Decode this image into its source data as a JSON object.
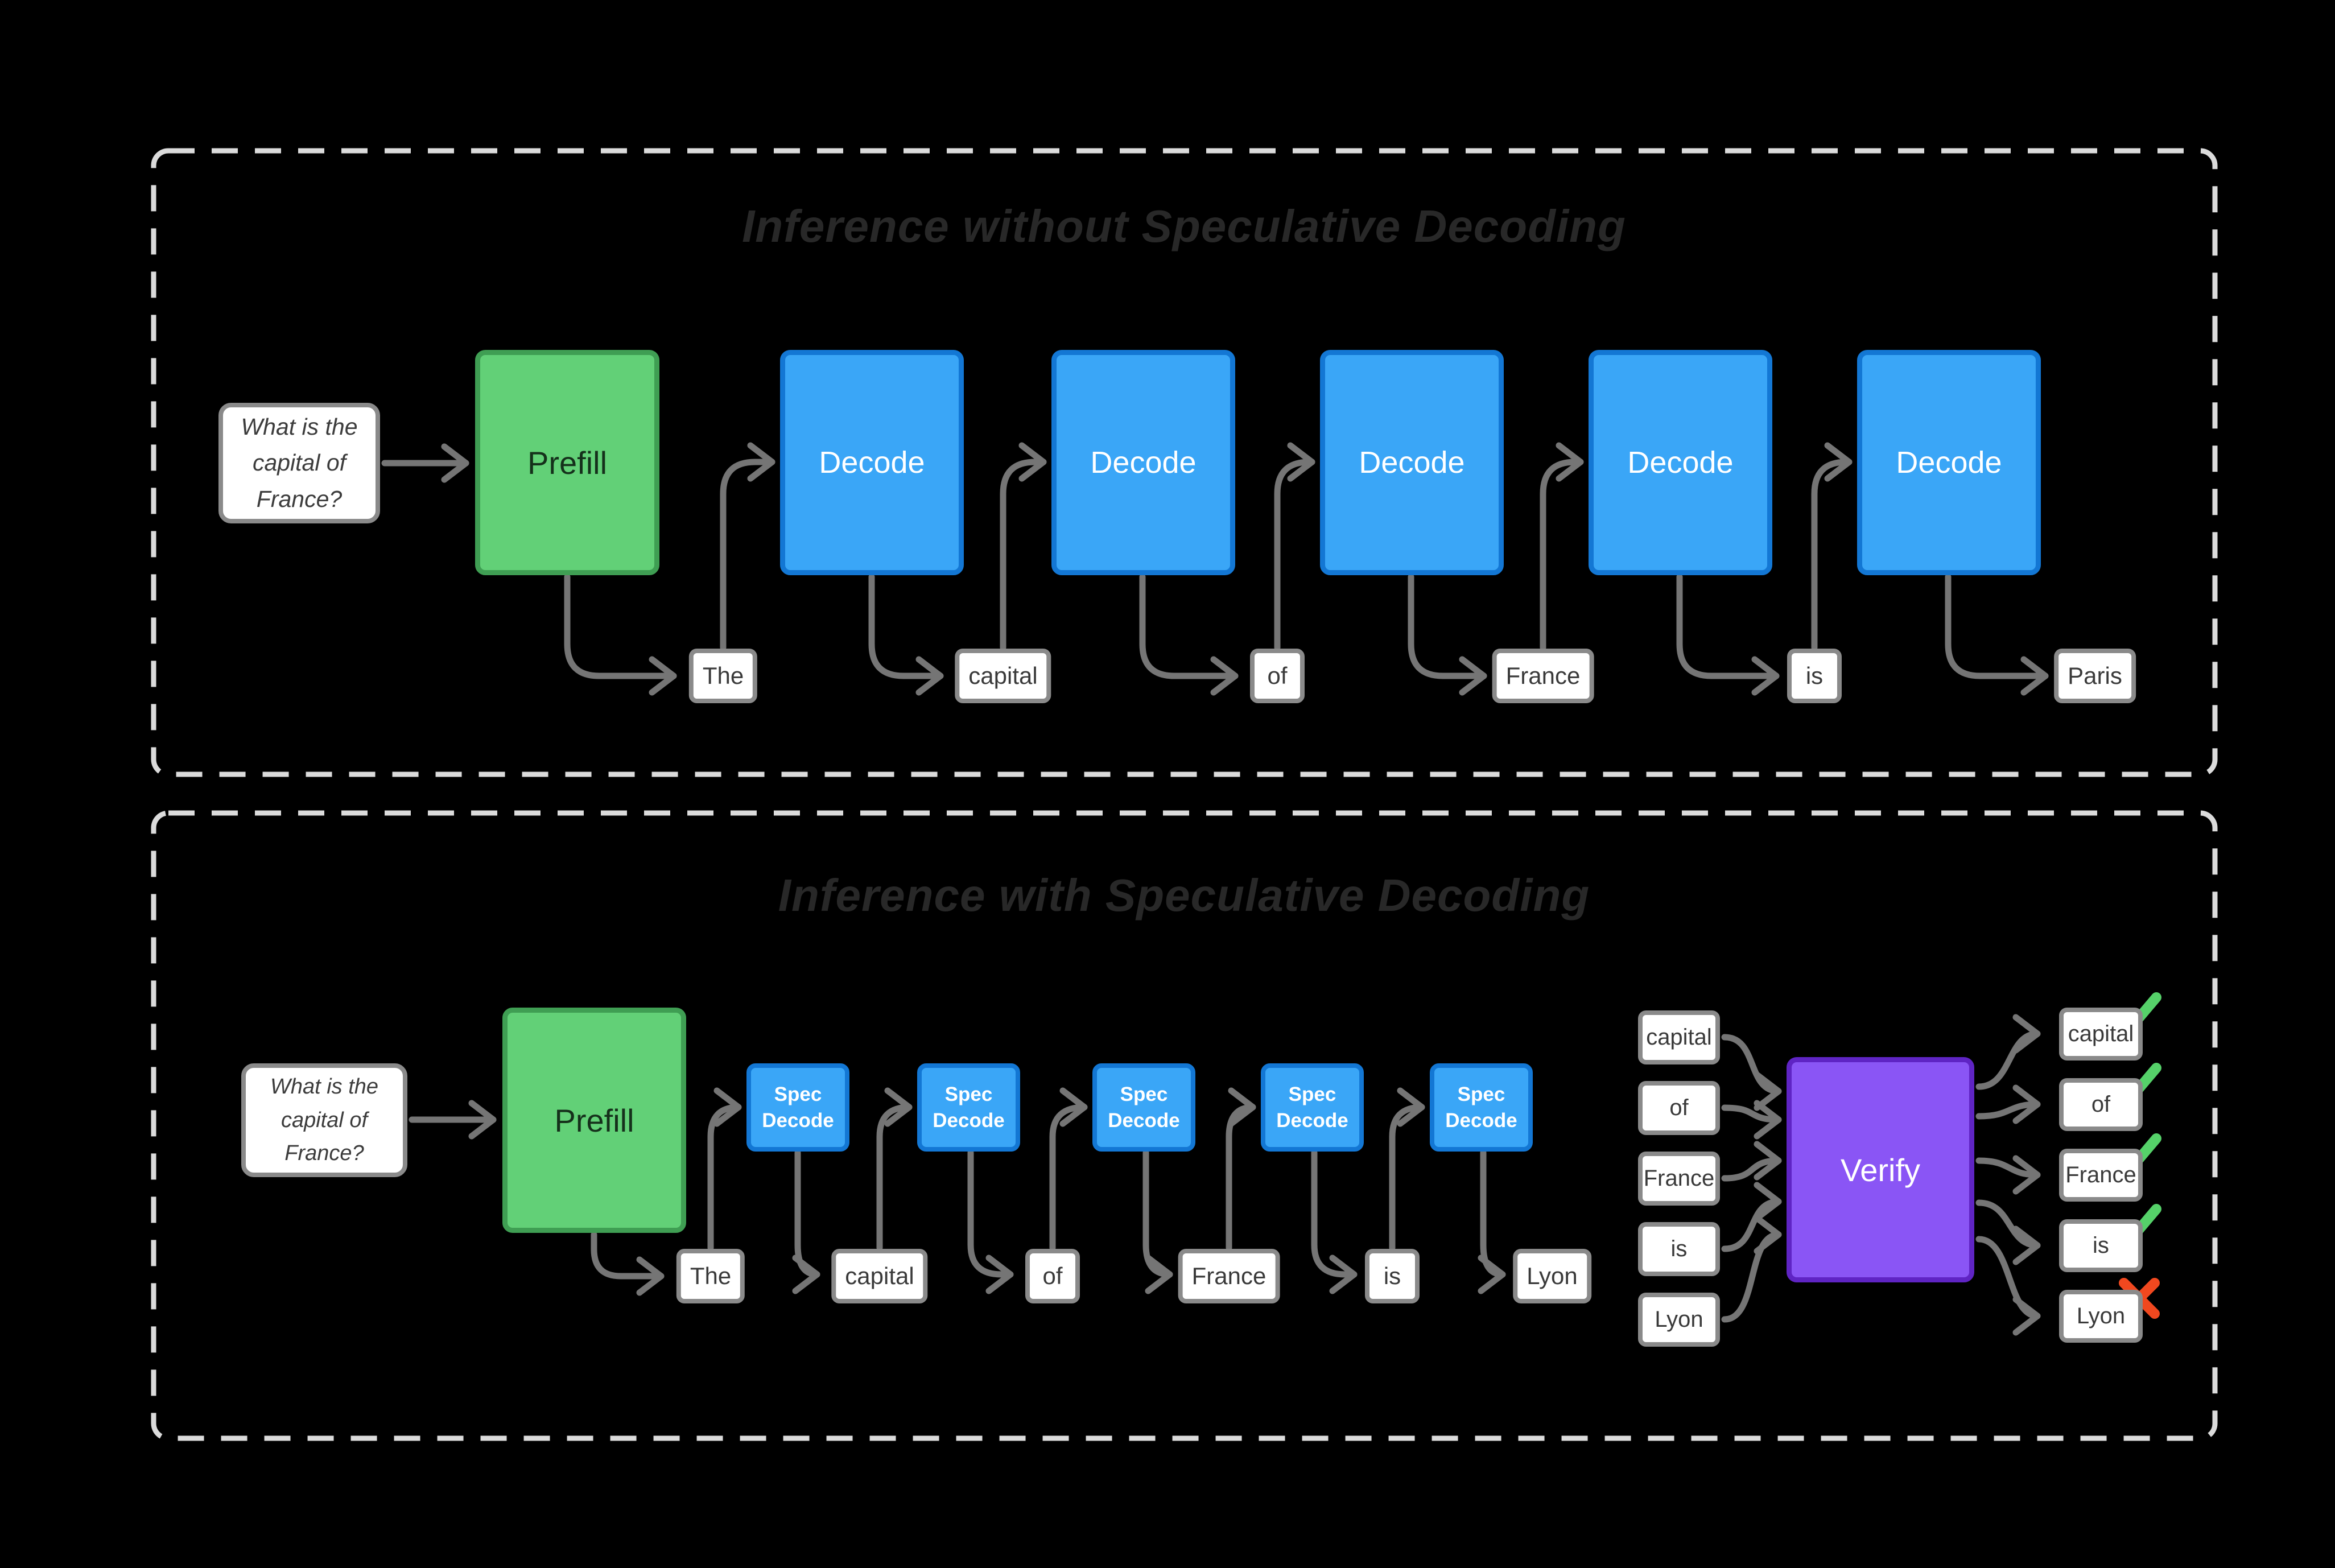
{
  "colors": {
    "background": "#000000",
    "panel_border": "#dbdbdb",
    "arrow": "#757575",
    "prefill_fill": "#62d077",
    "prefill_border": "#3f9e53",
    "decode_fill": "#3aa6f7",
    "decode_border": "#1377d4",
    "verify_fill": "#8a55f5",
    "verify_border": "#5f24c4",
    "token_border": "#8a8a8a",
    "check_green": "#55d169",
    "cross_red": "#f1481f"
  },
  "panel_without": {
    "title": "Inference without Speculative Decoding",
    "prompt": "What is the capital of France?",
    "prefill": "Prefill",
    "decodes": [
      "Decode",
      "Decode",
      "Decode",
      "Decode",
      "Decode"
    ],
    "tokens": [
      "The",
      "capital",
      "of",
      "France",
      "is",
      "Paris"
    ]
  },
  "panel_with": {
    "title": "Inference with Speculative Decoding",
    "prompt": "What is the capital of France?",
    "prefill": "Prefill",
    "spec_decodes": [
      "Spec Decode",
      "Spec Decode",
      "Spec Decode",
      "Spec Decode",
      "Spec Decode"
    ],
    "draft_tokens": [
      "The",
      "capital",
      "of",
      "France",
      "is",
      "Lyon"
    ],
    "verify_inputs": [
      "capital",
      "of",
      "France",
      "is",
      "Lyon"
    ],
    "verify": "Verify",
    "verify_outputs": [
      {
        "token": "capital",
        "result": "accepted"
      },
      {
        "token": "of",
        "result": "accepted"
      },
      {
        "token": "France",
        "result": "accepted"
      },
      {
        "token": "is",
        "result": "accepted"
      },
      {
        "token": "Lyon",
        "result": "rejected"
      }
    ]
  }
}
